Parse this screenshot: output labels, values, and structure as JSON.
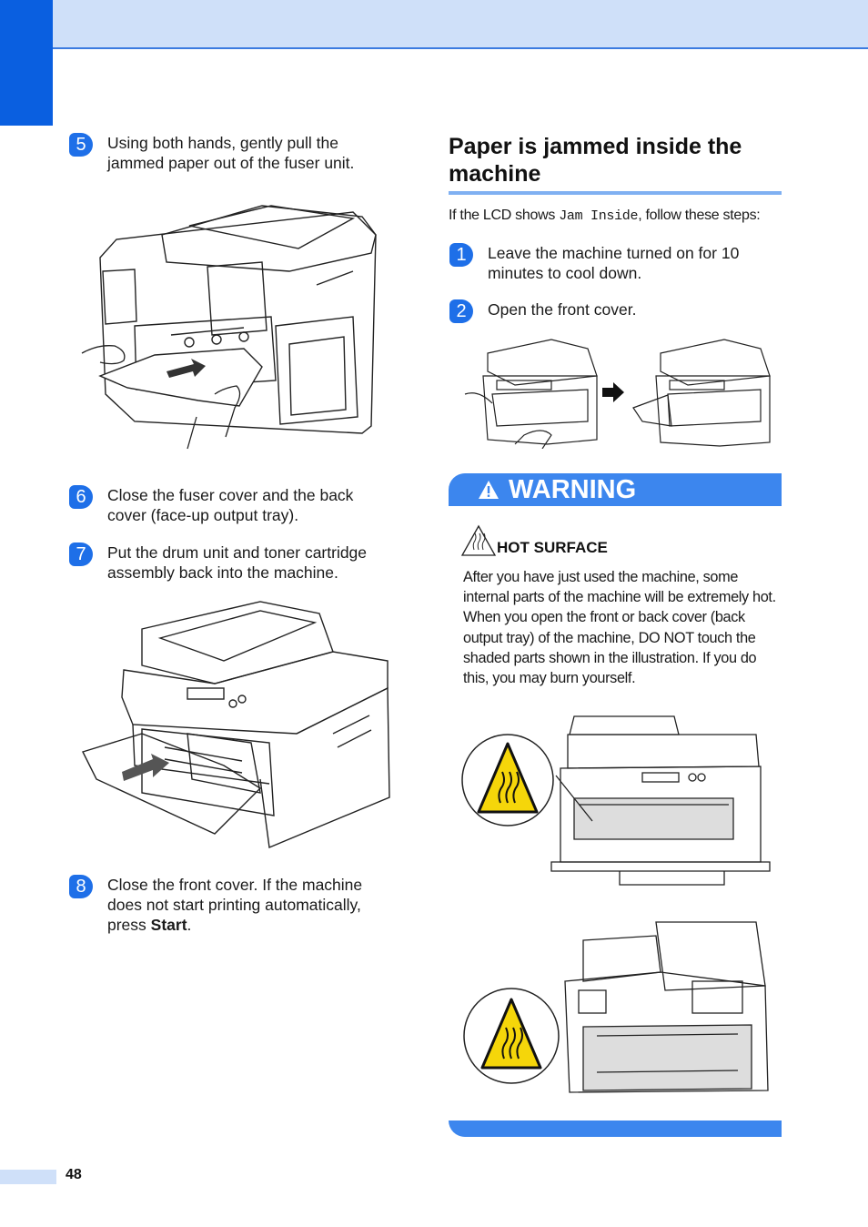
{
  "steps_left": [
    {
      "num": "5",
      "text": "Using both hands, gently pull the jammed paper out of the fuser unit."
    },
    {
      "num": "6",
      "text": "Close the fuser cover and the back cover (face-up output tray)."
    },
    {
      "num": "7",
      "text": "Put the drum unit and toner cartridge assembly back into the machine."
    },
    {
      "num": "8",
      "text_before": "Close the front cover. If the machine does not start printing automatically, press ",
      "text_bold": "Start",
      "text_after": "."
    }
  ],
  "section": {
    "title": "Paper is jammed inside the machine",
    "intro_before": "If the LCD shows ",
    "intro_code": "Jam Inside",
    "intro_after": ", follow these steps:"
  },
  "steps_right": [
    {
      "num": "1",
      "text": "Leave the machine turned on for 10 minutes to cool down."
    },
    {
      "num": "2",
      "text": "Open the front cover."
    }
  ],
  "warning": {
    "label": "WARNING",
    "hot_title": "HOT SURFACE",
    "body": "After you have just used the machine, some internal parts of the machine will be extremely hot. When you open the front or back cover (back output tray) of the machine, DO NOT touch the shaded parts shown in the illustration. If you do this, you may burn yourself."
  },
  "page_number": "48",
  "colors": {
    "accent": "#1e6fe8",
    "band": "#cfe0f9",
    "warning": "#3c86ee",
    "hot_yellow": "#f5d60a"
  }
}
